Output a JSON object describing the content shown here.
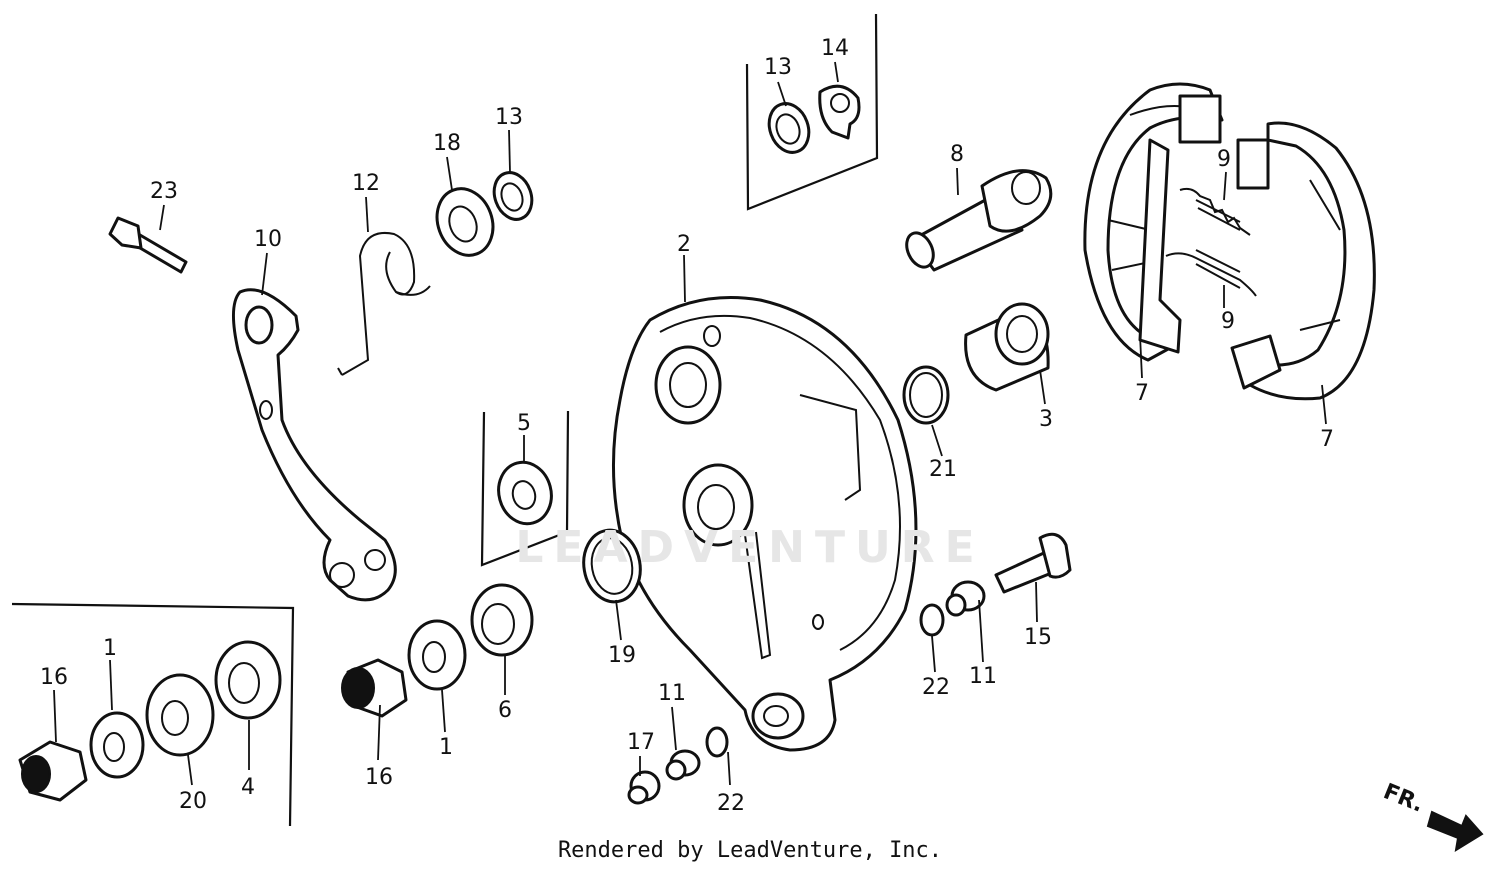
{
  "diagram": {
    "watermark": "LEADVENTURE",
    "footer": "Rendered by LeadVenture, Inc.",
    "direction_label": "FR.",
    "callouts": [
      "23",
      "10",
      "12",
      "18",
      "13",
      "13",
      "14",
      "2",
      "8",
      "9",
      "9",
      "7",
      "7",
      "3",
      "21",
      "5",
      "19",
      "6",
      "1",
      "16",
      "16",
      "1",
      "20",
      "4",
      "15",
      "11",
      "22",
      "11",
      "17",
      "22"
    ]
  }
}
